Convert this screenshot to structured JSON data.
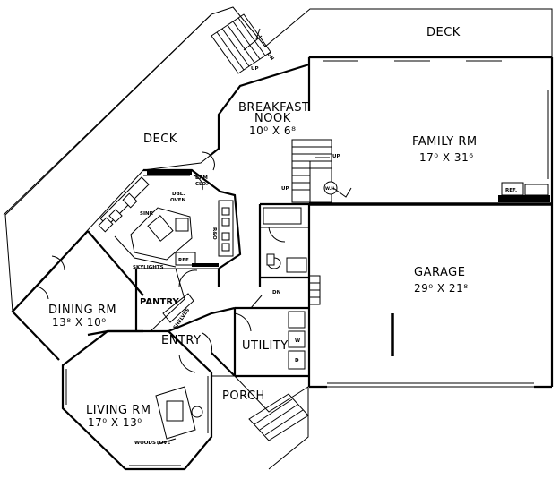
{
  "rooms": {
    "deck_top": "DECK",
    "deck_left": "DECK",
    "breakfast_nook": "BREAKFAST",
    "breakfast_nook_2": "NOOK",
    "breakfast_dim": "10⁰ X 6⁸",
    "family_rm": "FAMILY RM",
    "family_dim": "17⁰ X 31⁶",
    "garage": "GARAGE",
    "garage_dim": "29⁰ X 21⁸",
    "dining_rm": "DINING RM",
    "dining_dim": "13⁸ X 10⁰",
    "living_rm": "LIVING RM",
    "living_dim": "17⁰ X 13⁰",
    "entry": "ENTRY",
    "porch": "PORCH",
    "utility": "UTILITY",
    "pantry": "PANTRY"
  },
  "fixtures": {
    "dn_top": "DN",
    "up_top": "UP",
    "up_stair_1": "UP",
    "up_stair_2": "UP",
    "dn_lower": "DN",
    "brm_clo": "BRM",
    "brm_clo_2": "CLO.",
    "dbl_oven": "DBL.",
    "dbl_oven_2": "OVEN",
    "sink": "SINK",
    "r_o": "R&O",
    "skylights": "SKYLIGHTS",
    "ref_kitchen": "REF.",
    "ref_family": "REF.",
    "shelves": "SHELVES",
    "woodstove": "WOODSTOVE",
    "wh": "W.H.",
    "w": "W",
    "d": "D"
  }
}
